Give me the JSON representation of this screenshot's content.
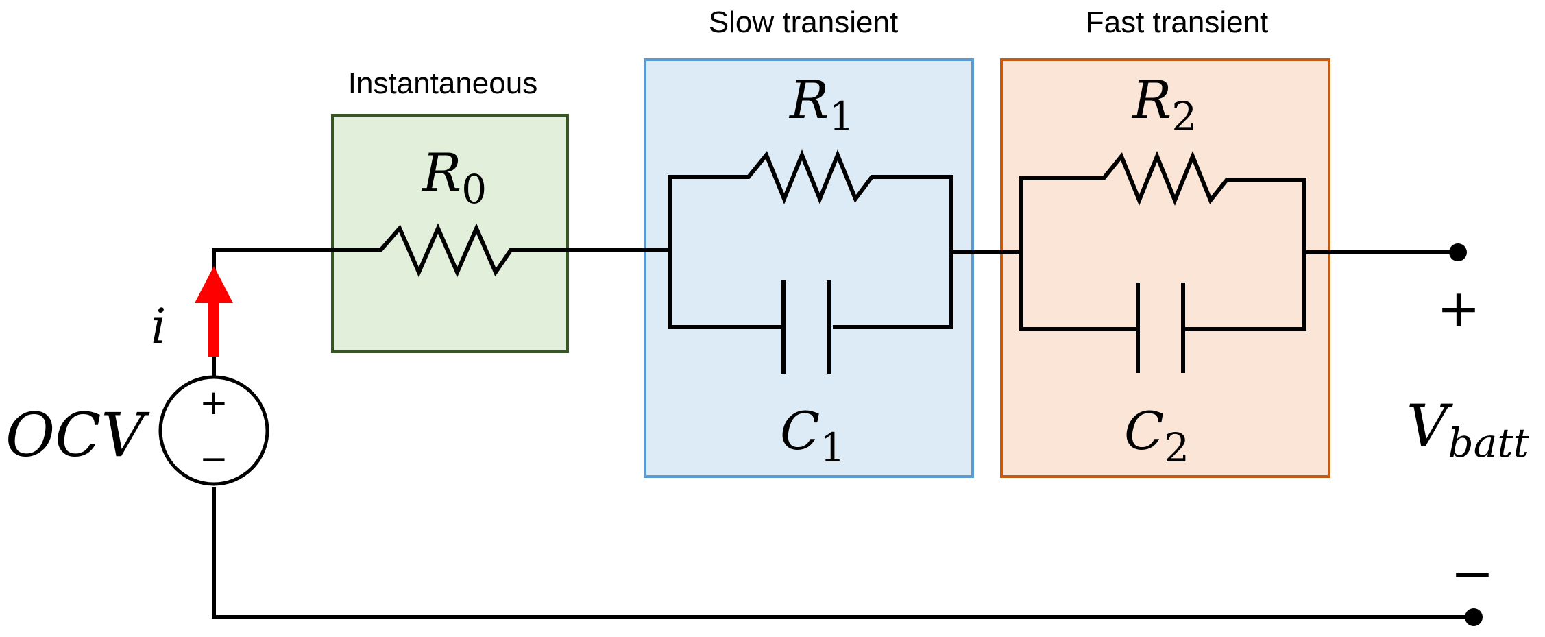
{
  "regions": {
    "instantaneous": {
      "label": "Instantaneous",
      "fill": "#e2efda",
      "stroke": "#375623"
    },
    "slow": {
      "label": "Slow transient",
      "fill": "#ddebf7",
      "stroke": "#5b9bd5"
    },
    "fast": {
      "label": "Fast transient",
      "fill": "#fbe5d6",
      "stroke": "#c55a11"
    }
  },
  "components": {
    "r0": {
      "symbol": "R",
      "subscript": "0"
    },
    "r1": {
      "symbol": "R",
      "subscript": "1"
    },
    "c1": {
      "symbol": "C",
      "subscript": "1"
    },
    "r2": {
      "symbol": "R",
      "subscript": "2"
    },
    "c2": {
      "symbol": "C",
      "subscript": "2"
    }
  },
  "source": {
    "label": "OCV",
    "plus": "+",
    "minus": "−"
  },
  "current": {
    "label": "i",
    "arrow_color": "#ff0000"
  },
  "output": {
    "symbol": "V",
    "subscript": "batt",
    "plus": "+",
    "minus": "−"
  }
}
